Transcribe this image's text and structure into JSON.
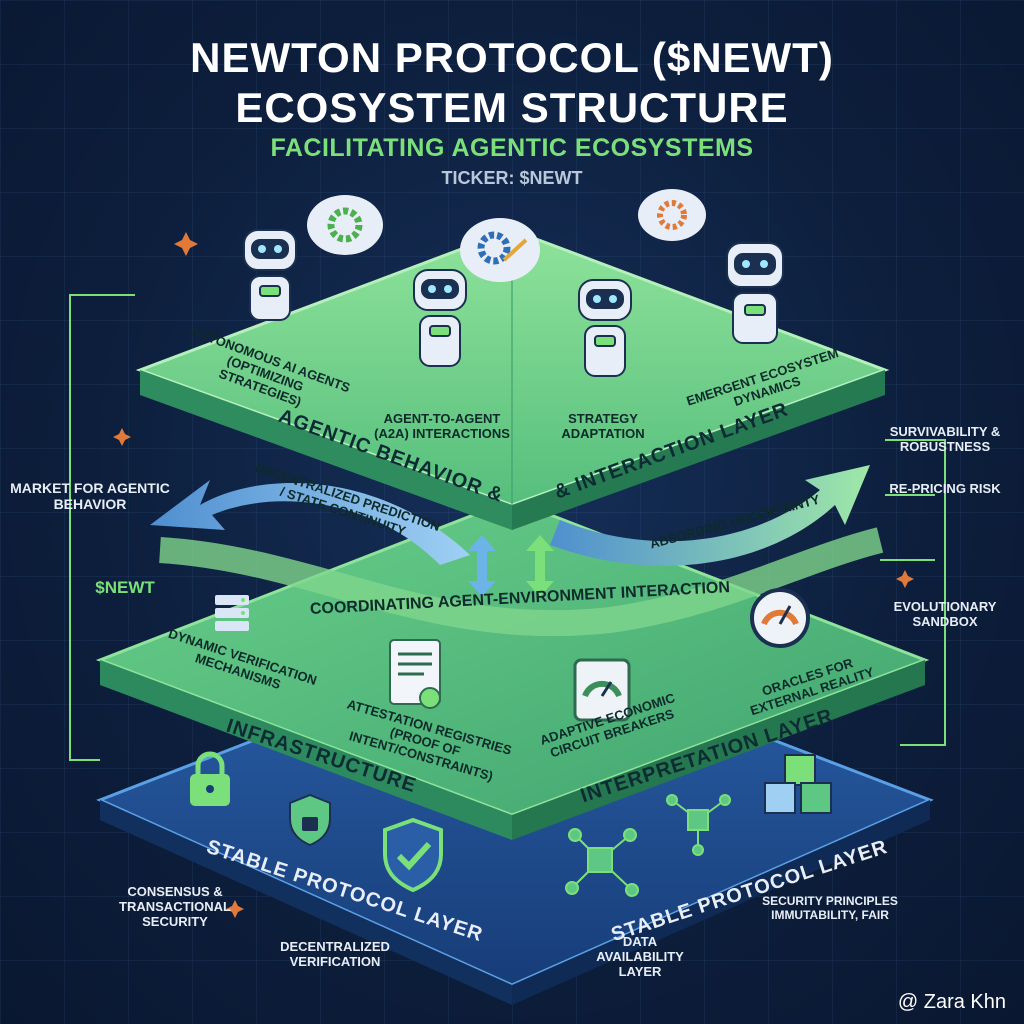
{
  "header": {
    "title_line1": "NEWTON PROTOCOL ($NEWT)",
    "title_line2": "ECOSYSTEM STRUCTURE",
    "subtitle": "FACILITATING AGENTIC ECOSYSTEMS",
    "ticker": "TICKER: $NEWT"
  },
  "top_layer": {
    "title_left": "AGENTIC BEHAVIOR &",
    "title_right": "& INTERACTION LAYER",
    "items": [
      "AUTONOMOUS AI AGENTS (OPTIMIZING STRATEGIES)",
      "AGENT-TO-AGENT (A2A) INTERACTIONS",
      "STRATEGY ADAPTATION",
      "EMERGENT ECOSYSTEM DYNAMICS"
    ]
  },
  "middle_flows": {
    "left_arrow": "DECENTRALIZED PREDICTION / STATE CONTINUITY",
    "right_arrow": "ABSORBING UNCERTAINTY",
    "band": "COORDINATING AGENT-ENVIRONMENT INTERACTION"
  },
  "middle_layer": {
    "title_left": "INFRASTRUCTURE",
    "title_right": "INTERPRETATION LAYER",
    "items": [
      "DYNAMIC VERIFICATION MECHANISMS",
      "ATTESTATION REGISTRIES (PROOF OF INTENT/CONSTRAINTS)",
      "ADAPTIVE ECONOMIC CIRCUIT BREAKERS",
      "ORACLES FOR EXTERNAL REALITY"
    ]
  },
  "bottom_layer": {
    "title_left": "STABLE PROTOCOL LAYER",
    "title_right": "STABLE PROTOCOL LAYER"
  },
  "side_left": {
    "market": "MARKET FOR AGENTIC BEHAVIOR",
    "token": "$NEWT",
    "consensus": "CONSENSUS & TRANSACTIONAL SECURITY",
    "verification": "DECENTRALIZED VERIFICATION"
  },
  "side_right": {
    "survivability": "SURVIVABILITY & ROBUSTNESS",
    "repricing": "RE-PRICING RISK",
    "sandbox": "EVOLUTIONARY SANDBOX",
    "security": "SECURITY PRINCIPLES IMMUTABILITY, FAIR",
    "data": "DATA AVAILABILITY LAYER"
  },
  "watermark": "@ Zara Khn",
  "colors": {
    "background": "#0d1f3d",
    "top_layer": "#7fd68c",
    "middle_layer": "#5fc784",
    "bottom_layer": "#1f4f93",
    "accent_green": "#7be07a",
    "arrow_blue": "#4f8fd0"
  },
  "icons": [
    "robot-icon",
    "gear-icon",
    "speech-bubble-icon",
    "server-icon",
    "document-icon",
    "gauge-icon",
    "padlock-icon",
    "shield-icon",
    "network-icon",
    "cubes-icon"
  ]
}
